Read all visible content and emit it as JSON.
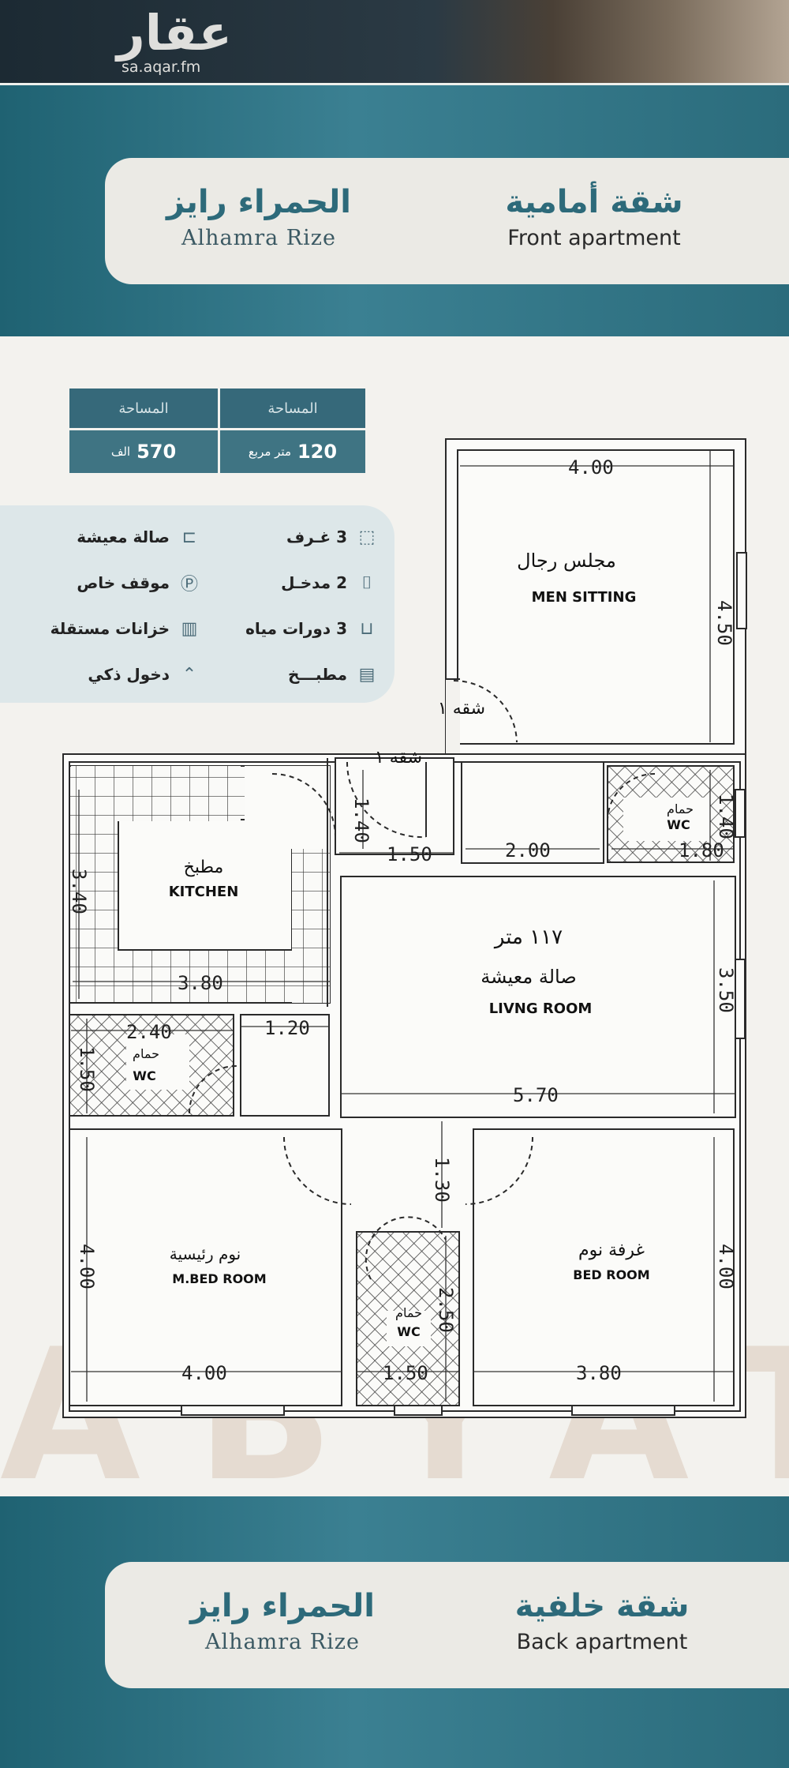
{
  "watermark": {
    "logo": "عقار",
    "url": "sa.aqar.fm"
  },
  "front": {
    "title_ar": "شقة أمامية",
    "title_en": "Front apartment",
    "project_ar": "الحمراء رايز",
    "project_en": "Alhamra Rize"
  },
  "back": {
    "title_ar": "شقة خلفية",
    "title_en": "Back apartment",
    "project_ar": "الحمراء رايز",
    "project_en": "Alhamra Rize"
  },
  "area_table": {
    "col1_header": "المساحة",
    "col1_value": "120",
    "col1_unit": "متر مربع",
    "col2_header": "المساحة",
    "col2_value": "570",
    "col2_unit": "الف"
  },
  "features": {
    "right": [
      {
        "label": "3 غـرف",
        "icon": "rooms-icon",
        "glyph": "⬚"
      },
      {
        "label": "2 مدخـل",
        "icon": "entrance-icon",
        "glyph": "⌷"
      },
      {
        "label": "3 دورات مياه",
        "icon": "bath-icon",
        "glyph": "⊔"
      },
      {
        "label": "مطبـــخ",
        "icon": "kitchen-icon",
        "glyph": "▤"
      }
    ],
    "left": [
      {
        "label": "صالة معيشة",
        "icon": "sofa-icon",
        "glyph": "⊐"
      },
      {
        "label": "موقف خاص",
        "icon": "parking-icon",
        "glyph": "Ⓟ"
      },
      {
        "label": "خزانات مستقلة",
        "icon": "tank-icon",
        "glyph": "▥"
      },
      {
        "label": "دخول ذكي",
        "icon": "smart-entry-icon",
        "glyph": "⌃"
      }
    ]
  },
  "rooms": {
    "men_sitting_ar": "مجلس رجال",
    "men_sitting_en": "MEN SITTING",
    "kitchen_ar": "مطبخ",
    "kitchen_en": "KITCHEN",
    "living_area": "١١٧ متر",
    "living_ar": "صالة معيشة",
    "living_en": "LIVNG ROOM",
    "wc_ar": "حمام",
    "wc_en": "WC",
    "master_ar": "نوم رئيسية",
    "master_en": "M.BED ROOM",
    "bed_ar": "غرفة نوم",
    "bed_en": "BED ROOM",
    "apt_label": "شقه ١"
  },
  "dims": {
    "d400top": "4.00",
    "d450": "4.50",
    "d340": "3.40",
    "d380k": "3.80",
    "d140a": "1.40",
    "d150a": "1.50",
    "d200": "2.00",
    "d140b": "1.40",
    "d180": "1.80",
    "d350": "3.50",
    "d570": "5.70",
    "d240": "2.40",
    "d120": "1.20",
    "d150b": "1.50",
    "d130": "1.30",
    "d400l": "4.00",
    "d400bl": "4.00",
    "d250": "2.50",
    "d150c": "1.50",
    "d380b": "3.80",
    "d400r": "4.00"
  },
  "brand_watermark": "ABYAT",
  "colors": {
    "teal": "#2d6a7a",
    "wall": "#2a2a2a",
    "hatch": "#444444"
  }
}
